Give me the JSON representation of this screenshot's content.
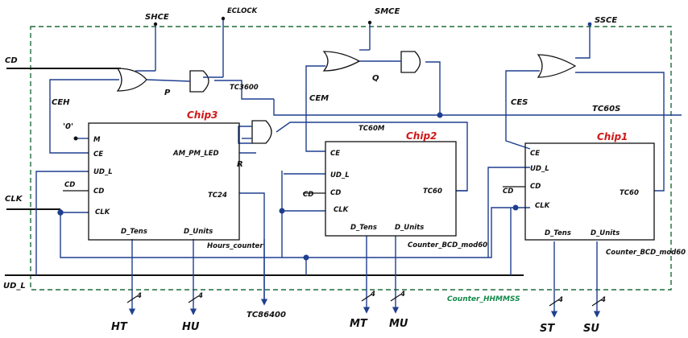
{
  "colors": {
    "wire": "#1f3f8f",
    "ink": "#111111",
    "chip_label": "#d01818",
    "boundary": "#1e6b3a",
    "counter_label": "#138a4a"
  },
  "boundary_label": "Counter_HHMMSS",
  "top_signals": {
    "shce": "SHCE",
    "eclock": "ECLOCK",
    "smce": "SMCE",
    "ssce": "SSCE"
  },
  "left_signals": {
    "cd": "CD",
    "clk": "CLK",
    "ud_l": "UD_L"
  },
  "internal_labels": {
    "ceh": "CEH",
    "p": "P",
    "tc3600": "TC3600",
    "zero": "'0'",
    "cem": "CEM",
    "q": "Q",
    "ces": "CES",
    "tc60s": "TC60S",
    "tc60m": "TC60M",
    "r": "R"
  },
  "chips": [
    {
      "chip_label": "Chip3",
      "name": "Hours_counter",
      "ports_left": [
        "M",
        "CE",
        "UD_L",
        "CD",
        "CLK"
      ],
      "ports_right": [
        "AM_PM_LED",
        "TC24"
      ],
      "ports_bottom": [
        "D_Tens",
        "D_Units"
      ]
    },
    {
      "chip_label": "Chip2",
      "name": "Counter_BCD_mod60",
      "ports_left": [
        "CE",
        "UD_L",
        "CD",
        "CLK"
      ],
      "ports_right": [
        "TC60"
      ],
      "ports_bottom": [
        "D_Tens",
        "D_Units"
      ]
    },
    {
      "chip_label": "Chip1",
      "name": "Counter_BCD_mod60",
      "ports_left": [
        "CE",
        "UD_L",
        "CD",
        "CLK"
      ],
      "ports_right": [
        "TC60"
      ],
      "ports_bottom": [
        "D_Tens",
        "D_Units"
      ]
    }
  ],
  "bus_width": "4",
  "outputs": [
    "HT",
    "HU",
    "TC86400",
    "MT",
    "MU",
    "ST",
    "SU"
  ]
}
